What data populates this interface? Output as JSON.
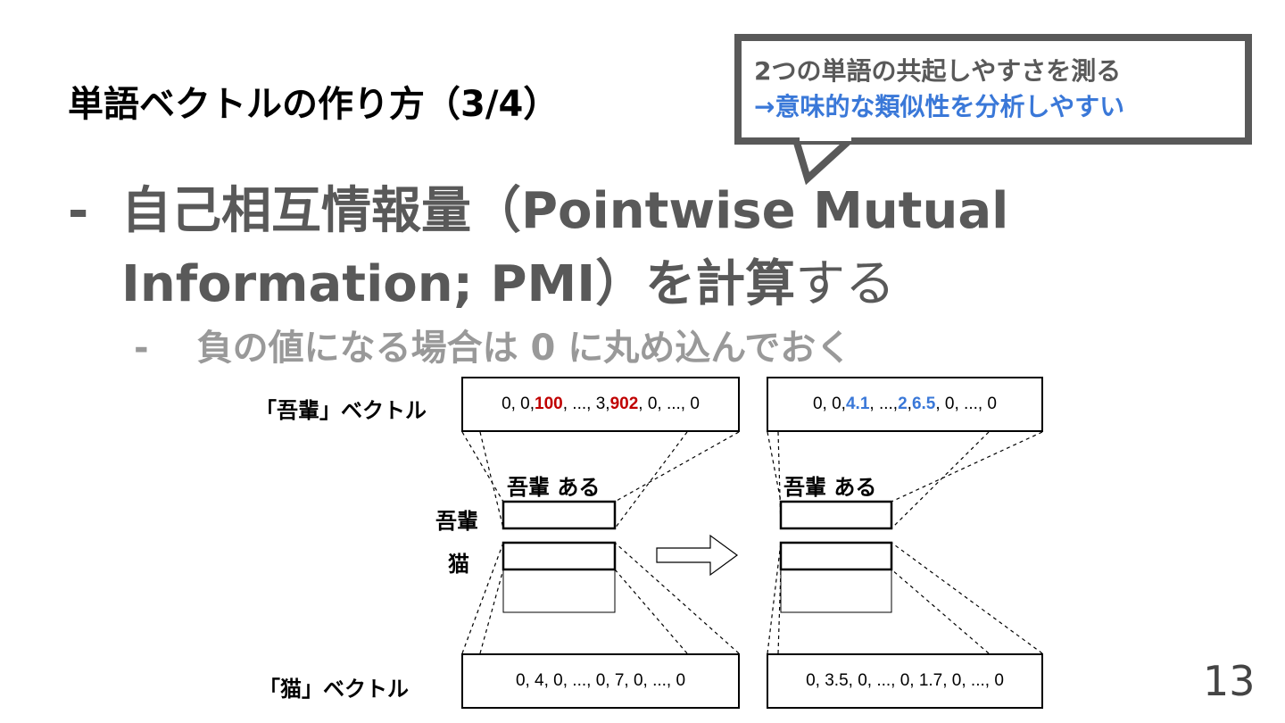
{
  "title": "単語ベクトルの作り方（3/4）",
  "callout": {
    "line1": "2つの単語の共起しやすさを測る",
    "line2": "→意味的な類似性を分析しやすい"
  },
  "bullet_main": {
    "dash": "-",
    "bold_text": "自己相互情報量（Pointwise Mutual Information; PMI）を計算",
    "light_text": "する"
  },
  "bullet_sub": {
    "dash": "-",
    "text": "負の値になる場合は 0 に丸め込んでおく"
  },
  "diagram": {
    "label_wagahai_vector": "「吾輩」ベクトル",
    "label_neko_vector": "「猫」ベクトル",
    "left": {
      "top_vector": [
        "0, 0, ",
        "100",
        ", ..., 3, ",
        "902",
        ", 0, ..., 0"
      ],
      "bottom_vector": "0, 4, 0, ..., 0, 7, 0, ..., 0",
      "col_header": "吾輩 ある",
      "row_labels": [
        "吾輩",
        "猫"
      ]
    },
    "right": {
      "top_vector": [
        "0, 0, ",
        "4.1",
        ", ..., ",
        "2",
        ", ",
        "6.5",
        ", 0, ..., 0"
      ],
      "bottom_vector": "0, 3.5, 0, ..., 0, 1.7, 0, ..., 0",
      "col_header": "吾輩 ある"
    },
    "colors": {
      "highlight_red": "#c00000",
      "highlight_blue": "#3a78d8"
    }
  },
  "page_number": "13"
}
